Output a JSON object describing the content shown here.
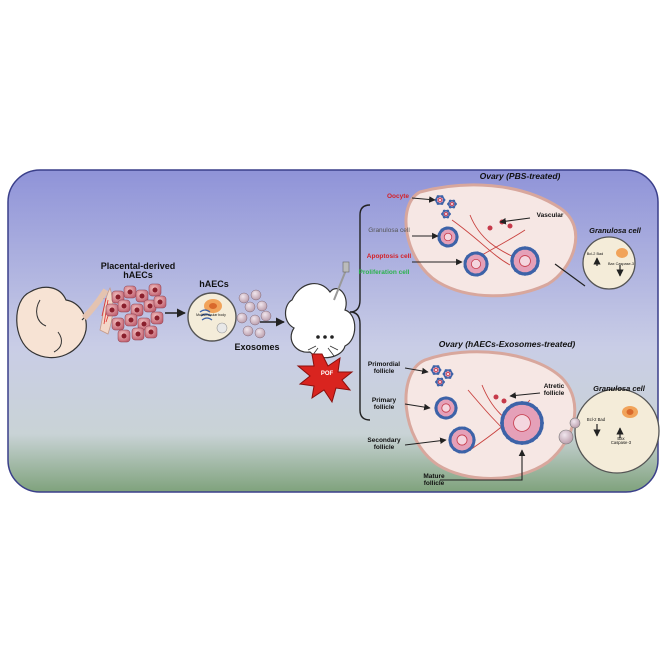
{
  "left": {
    "source_label": "Placental-derived hAECs",
    "haecs_label": "hAECs",
    "mvb_label": "Multivesicular body",
    "exosomes_label": "Exosomes",
    "pof_label": "POF"
  },
  "pbs": {
    "title": "Ovary (PBS-treated)",
    "oocyte": "Oocyte",
    "vascular": "Vascular",
    "granulosa": "Granulosa cell",
    "apoptosis": "Apoptosis cell",
    "proliferation": "Proliferation cell",
    "granulosa_cell_title": "Granulosa cell",
    "bcl2_bad": "Bcl-2 Bad",
    "bax_caspase": "Bax Caspase-3"
  },
  "treated": {
    "title": "Ovary (hAECs-Exosomes-treated)",
    "primordial": "Primordial follicle",
    "primary": "Primary follicle",
    "secondary": "Secondary follicle",
    "mature": "Mature follicle",
    "atretic": "Atretic follicle",
    "granulosa_cell_title": "Granulosa cell",
    "bcl2_bad": "Bcl-2 Bad",
    "bax_caspase": "Bax Caspase-3"
  },
  "colors": {
    "panel_top": "#8f93d8",
    "panel_mid": "#c9cde6",
    "panel_bottom": "#7fa27c",
    "ovary_fill": "#f6e7e4",
    "ovary_edge": "#d8a79d",
    "follicle_blue": "#3d63a8",
    "follicle_pink": "#e5a0b8",
    "cell_red": "#c63a4a",
    "accent_red": "#d42027",
    "accent_green": "#2bb24c"
  }
}
